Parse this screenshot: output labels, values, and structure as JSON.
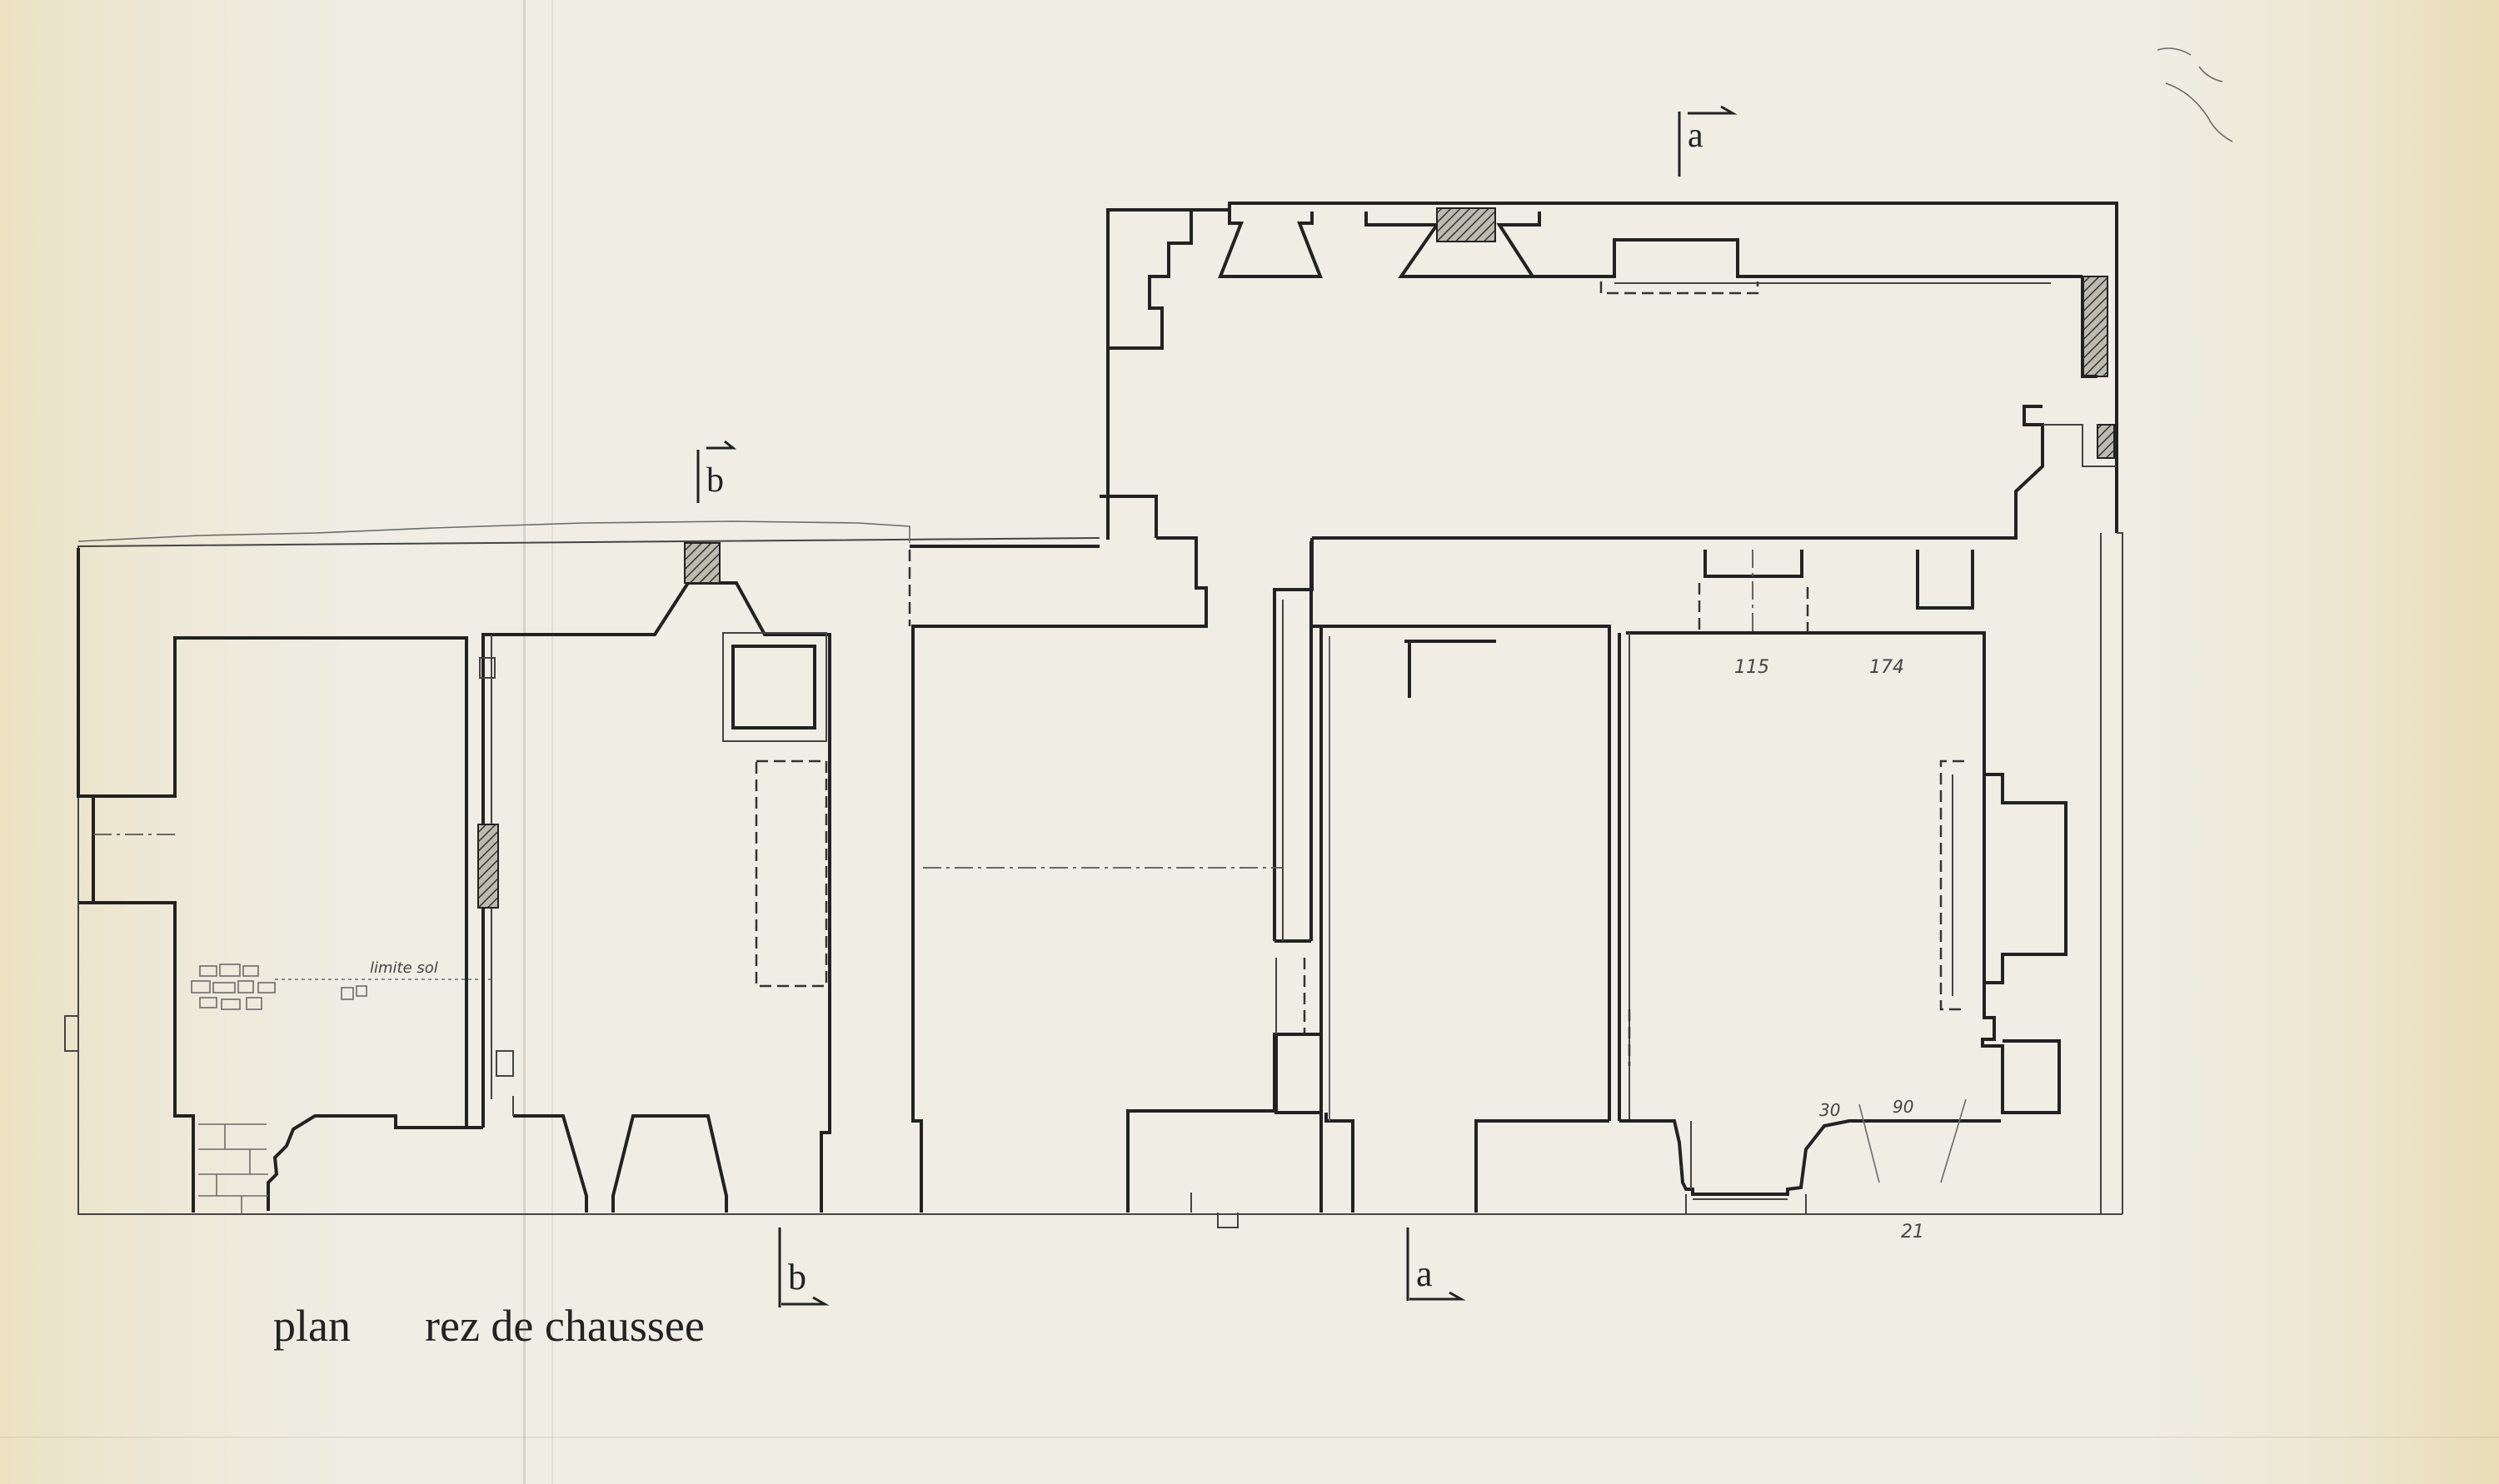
{
  "title": {
    "word1": "plan",
    "word2": "rez de chaussee"
  },
  "section_marks": {
    "a_top": "a",
    "b_top": "b",
    "b_bottom": "b",
    "a_bottom": "a"
  },
  "annotations": {
    "limite_sol": "limite sol",
    "dim_115": "115",
    "dim_174": "174",
    "dim_30": "30",
    "dim_90": "90",
    "dim_21": "21"
  },
  "colors": {
    "paper": "#efede4",
    "ink": "#222222"
  }
}
